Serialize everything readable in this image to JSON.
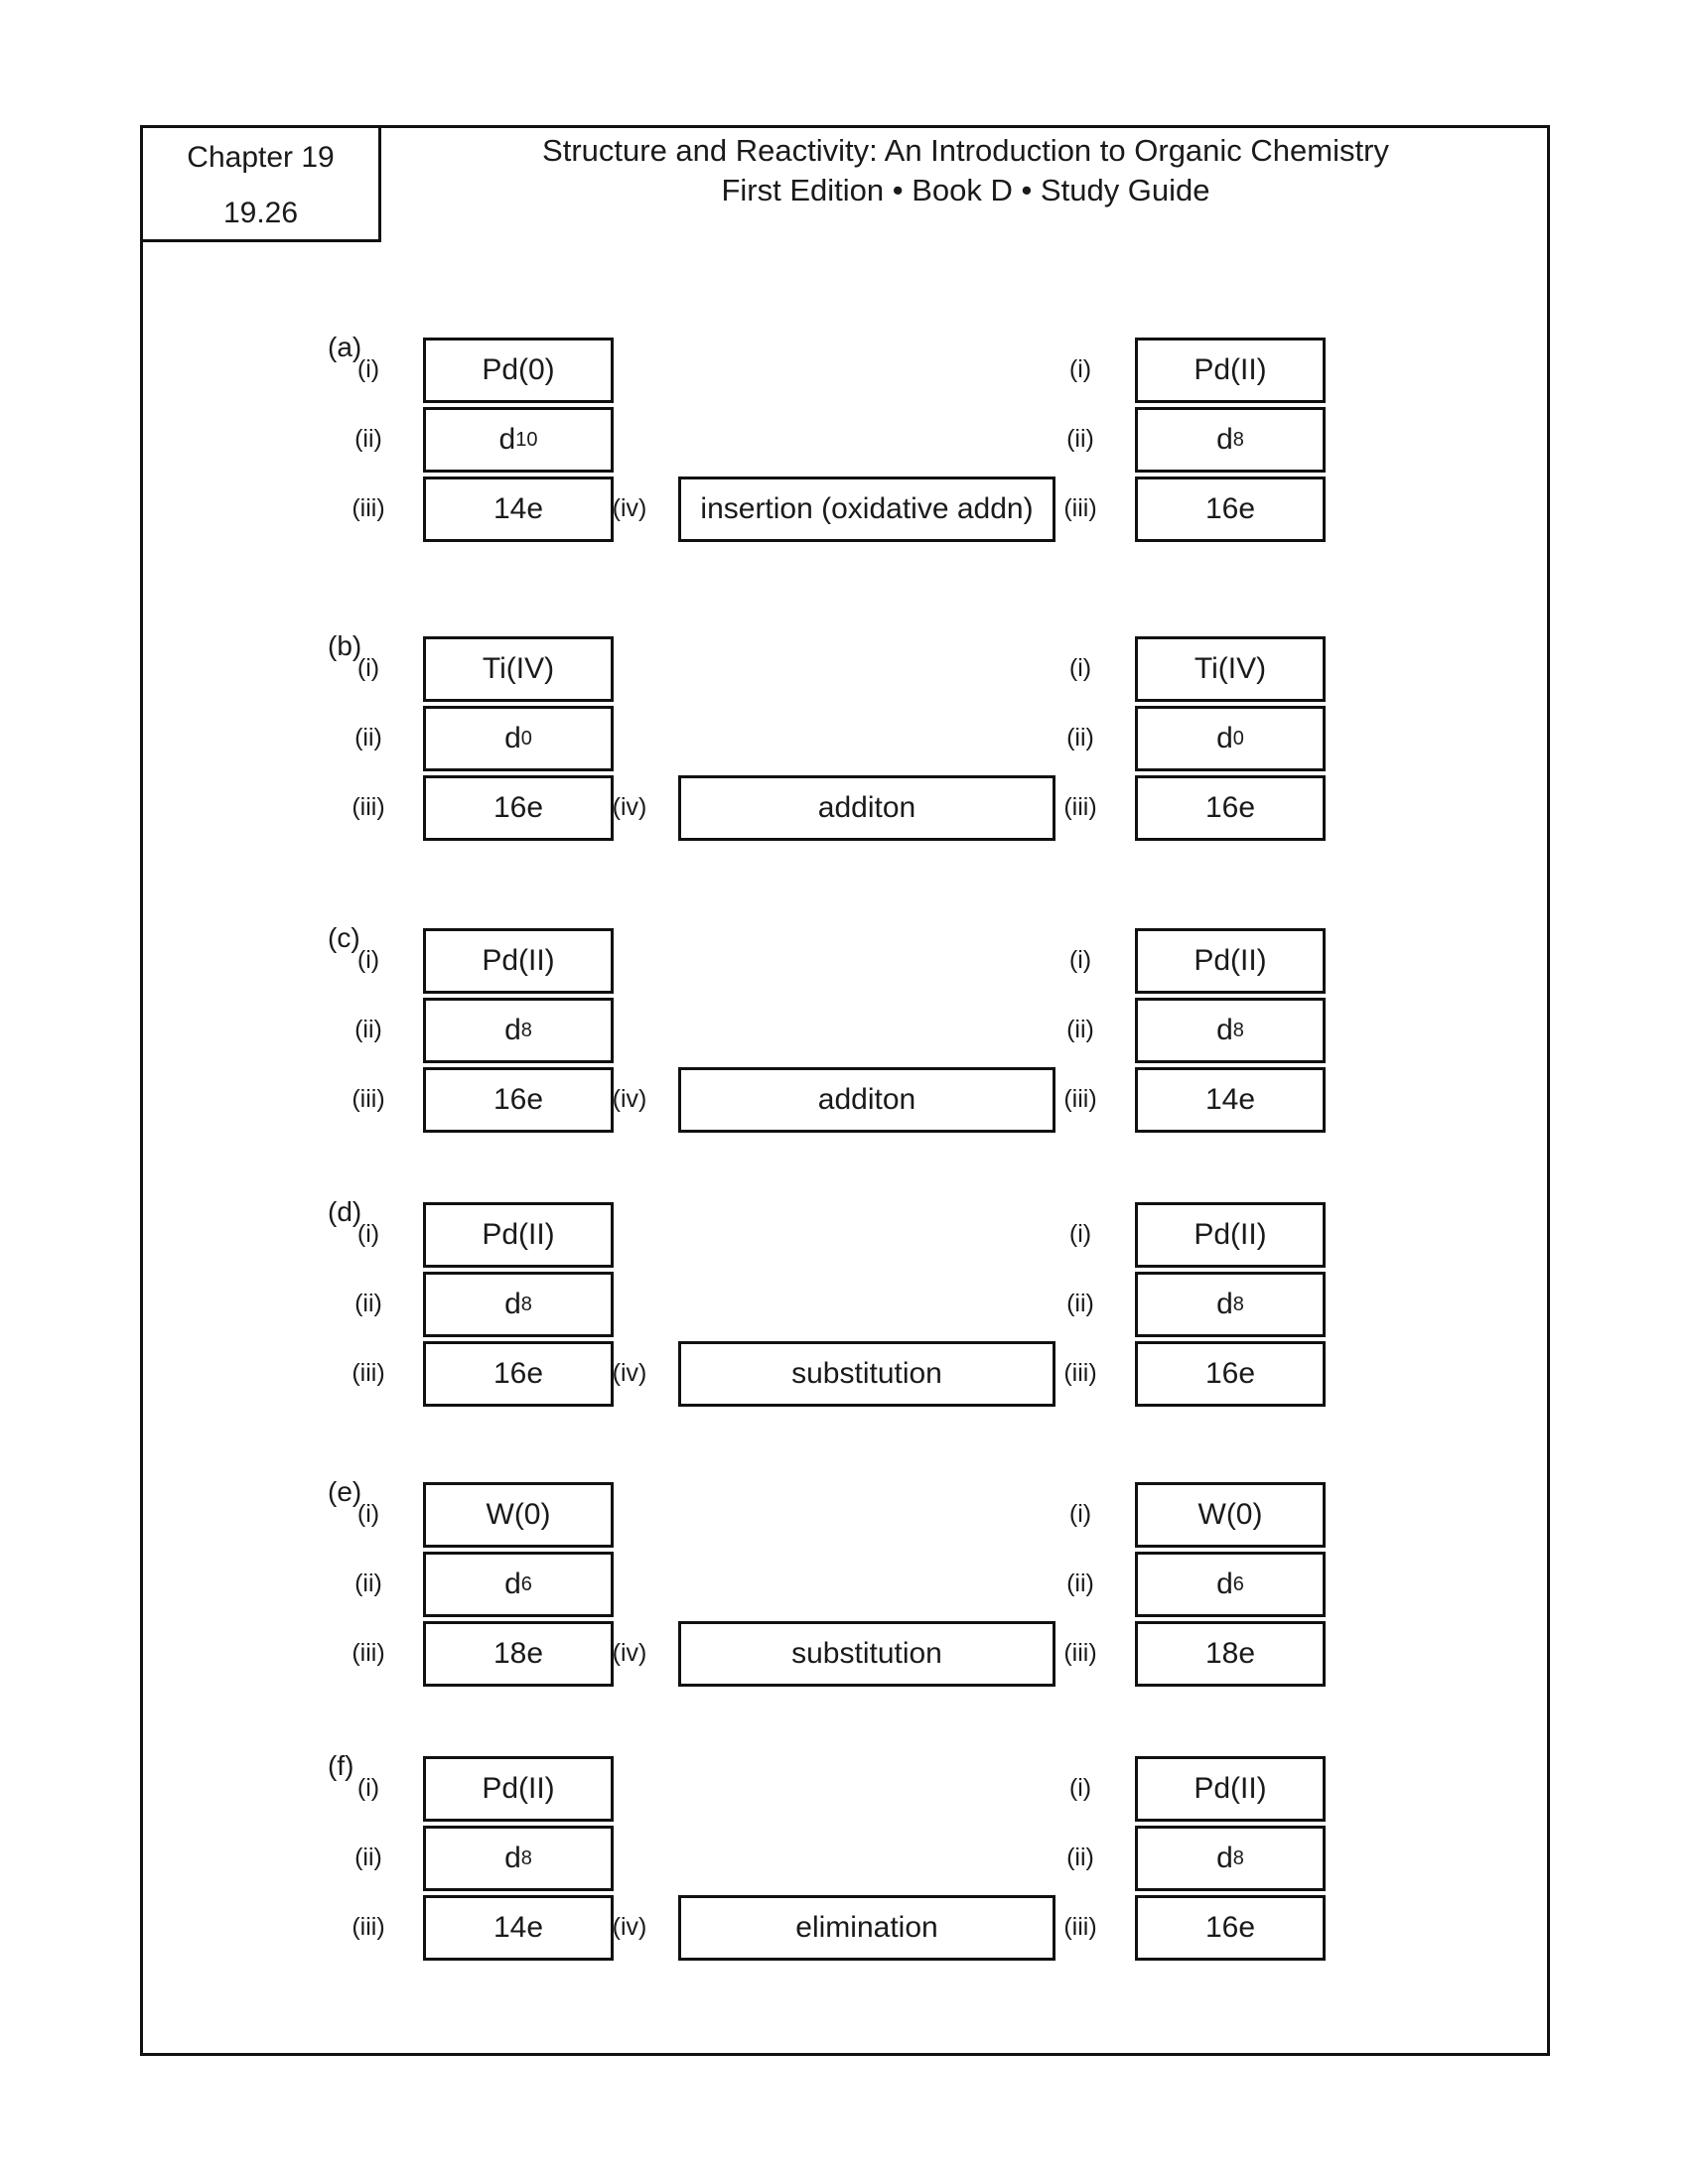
{
  "header": {
    "chapter": "Chapter 19",
    "problem": "19.26",
    "title_line1": "Structure and Reactivity: An Introduction to Organic Chemistry",
    "title_line2": "First Edition • Book D • Study Guide"
  },
  "labels": {
    "i": "(i)",
    "ii": "(ii)",
    "iii": "(iii)",
    "iv": "(iv)"
  },
  "parts": [
    {
      "label": "(a)",
      "left": {
        "ox": "Pd(0)",
        "d_base": "d",
        "d_sup": "10",
        "e": "14e"
      },
      "mid": "insertion (oxidative addn)",
      "right": {
        "ox": "Pd(II)",
        "d_base": "d",
        "d_sup": "8",
        "e": "16e"
      }
    },
    {
      "label": "(b)",
      "left": {
        "ox": "Ti(IV)",
        "d_base": "d",
        "d_sup": "0",
        "e": "16e"
      },
      "mid": "additon",
      "right": {
        "ox": "Ti(IV)",
        "d_base": "d",
        "d_sup": "0",
        "e": "16e"
      }
    },
    {
      "label": "(c)",
      "left": {
        "ox": "Pd(II)",
        "d_base": "d",
        "d_sup": "8",
        "e": "16e"
      },
      "mid": "additon",
      "right": {
        "ox": "Pd(II)",
        "d_base": "d",
        "d_sup": "8",
        "e": "14e"
      }
    },
    {
      "label": "(d)",
      "left": {
        "ox": "Pd(II)",
        "d_base": "d",
        "d_sup": "8",
        "e": "16e"
      },
      "mid": "substitution",
      "right": {
        "ox": "Pd(II)",
        "d_base": "d",
        "d_sup": "8",
        "e": "16e"
      }
    },
    {
      "label": "(e)",
      "left": {
        "ox": "W(0)",
        "d_base": "d",
        "d_sup": "6",
        "e": "18e"
      },
      "mid": "substitution",
      "right": {
        "ox": "W(0)",
        "d_base": "d",
        "d_sup": "6",
        "e": "18e"
      }
    },
    {
      "label": "(f)",
      "left": {
        "ox": "Pd(II)",
        "d_base": "d",
        "d_sup": "8",
        "e": "14e"
      },
      "mid": "elimination",
      "right": {
        "ox": "Pd(II)",
        "d_base": "d",
        "d_sup": "8",
        "e": "16e"
      }
    }
  ]
}
